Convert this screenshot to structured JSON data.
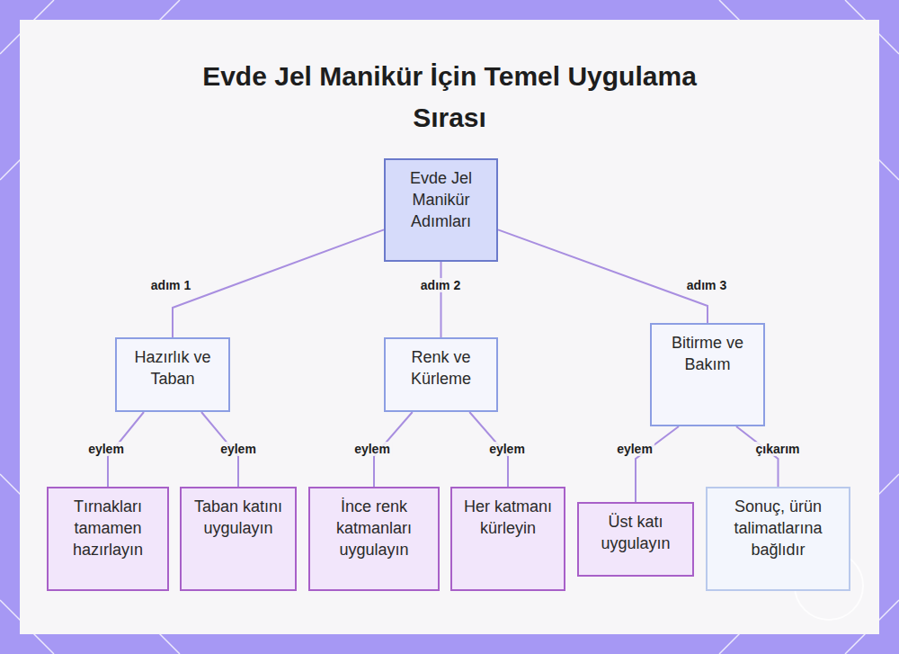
{
  "diagram": {
    "title": "Evde Jel Manikür İçin Temel Uygulama Sırası",
    "nodes": [
      {
        "text": [
          "Evde Jel Manikür Adımları"
        ]
      },
      {
        "text": [
          "Hazırlık ve Taban"
        ]
      },
      {
        "text": [
          "Renk ve Kürleme"
        ]
      },
      {
        "text": [
          "Bitirme ve Bakım"
        ]
      },
      {
        "text": [
          "Tırnakları tamamen hazırlayın"
        ]
      },
      {
        "text": [
          "Taban katını uygulayın"
        ]
      },
      {
        "text": [
          "İnce renk katmanları uygulayın"
        ]
      },
      {
        "text": [
          "Her katmanı kürleyin"
        ]
      },
      {
        "text": [
          "Üst katı uygulayın"
        ]
      },
      {
        "text": [
          "Sonuç, ürün talimatlarına bağlıdır"
        ]
      }
    ],
    "edges": [
      {
        "from": 0,
        "to": 1,
        "label": "adım 1",
        "arrow": "none"
      },
      {
        "from": 0,
        "to": 2,
        "label": "adım 2",
        "arrow": "none"
      },
      {
        "from": 0,
        "to": 3,
        "label": "adım 3",
        "arrow": "none"
      },
      {
        "from": 1,
        "to": 4,
        "label": "eylem",
        "arrow": "none"
      },
      {
        "from": 1,
        "to": 5,
        "label": "eylem",
        "arrow": "none"
      },
      {
        "from": 2,
        "to": 6,
        "label": "eylem",
        "arrow": "none"
      },
      {
        "from": 2,
        "to": 7,
        "label": "eylem",
        "arrow": "none"
      },
      {
        "from": 3,
        "to": 8,
        "label": "eylem",
        "arrow": "none"
      },
      {
        "from": 3,
        "to": 9,
        "label": "çıkarım",
        "arrow": "none"
      }
    ]
  }
}
